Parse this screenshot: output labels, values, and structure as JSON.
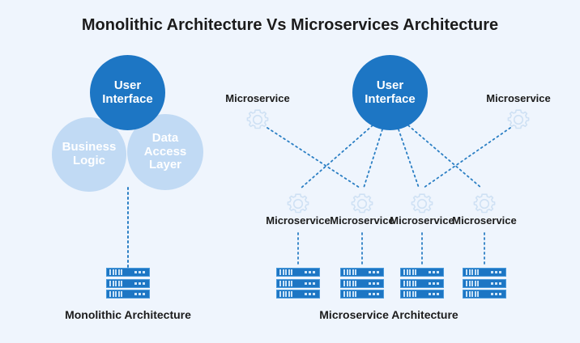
{
  "page": {
    "title": "Monolithic Architecture Vs Microservices Architecture",
    "background_color": "#eff5fd",
    "accent_dark": "#1d76c4",
    "accent_light": "#c1daf4",
    "line_color": "#2b7fc4",
    "text_color": "#1b1b1b"
  },
  "monolithic": {
    "section_label": "Monolithic Architecture",
    "circles": [
      {
        "label": "User\nInterface",
        "line1": "User",
        "line2": "Interface",
        "style": "dark"
      },
      {
        "label": "Business\nLogic",
        "line1": "Business",
        "line2": "Logic",
        "style": "light"
      },
      {
        "label": "Data\nAccess\nLayer",
        "line1": "Data",
        "line2": "Access",
        "line3": "Layer",
        "style": "light"
      }
    ],
    "database": {
      "icon": "server-rack-icon",
      "units": 3
    }
  },
  "microservices": {
    "section_label": "Microservice Architecture",
    "hub": {
      "line1": "User",
      "line2": "Interface",
      "style": "dark"
    },
    "top_services": [
      {
        "label": "Microservice",
        "icon": "gear-icon"
      },
      {
        "label": "Microservice",
        "icon": "gear-icon"
      }
    ],
    "middle_services": [
      {
        "label": "Microservice",
        "icon": "gear-icon"
      },
      {
        "label": "Microservice",
        "icon": "gear-icon"
      },
      {
        "label": "Microservice",
        "icon": "gear-icon"
      },
      {
        "label": "Microservice",
        "icon": "gear-icon"
      }
    ],
    "databases": [
      {
        "icon": "server-rack-icon",
        "units": 3
      },
      {
        "icon": "server-rack-icon",
        "units": 3
      },
      {
        "icon": "server-rack-icon",
        "units": 3
      },
      {
        "icon": "server-rack-icon",
        "units": 3
      }
    ]
  }
}
